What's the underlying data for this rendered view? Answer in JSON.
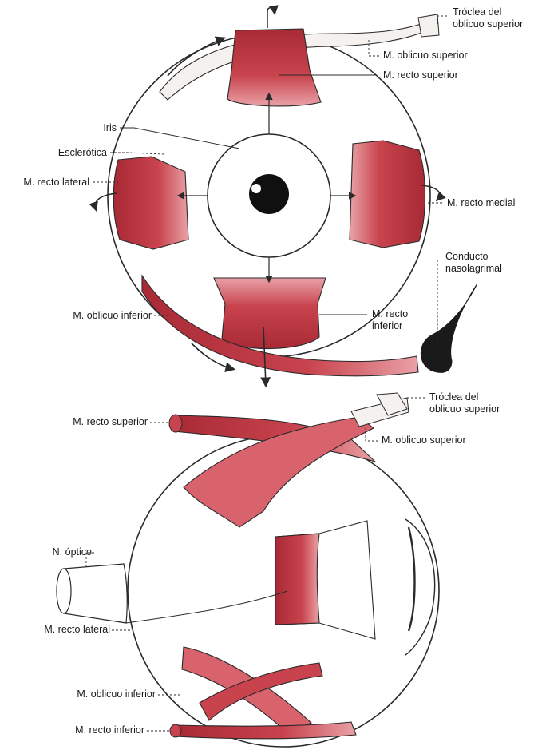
{
  "top_view": {
    "labels": {
      "troclea": "Tróclea del\noblicuo superior",
      "oblicuo_superior": "M. oblicuo superior",
      "recto_superior": "M. recto superior",
      "iris": "Iris",
      "esclerotica": "Esclerótica",
      "recto_lateral": "M. recto lateral",
      "recto_medial": "M. recto medial",
      "conducto": "Conducto\nnasolagrimal",
      "oblicuo_inferior": "M. oblicuo inferior",
      "recto_inferior": "M. recto\ninferior"
    }
  },
  "side_view": {
    "labels": {
      "recto_superior": "M. recto superior",
      "troclea": "Tróclea del\noblicuo superior",
      "oblicuo_superior": "M. oblicuo superior",
      "nervio_optico": "N. óptico",
      "recto_lateral": "M. recto lateral",
      "oblicuo_inferior": "M. oblicuo inferior",
      "recto_inferior": "M. recto inferior"
    }
  },
  "colors": {
    "muscle": "#b8343e",
    "muscle_light": "#dc7a80",
    "muscle_pale": "#ecaab0",
    "outline": "#2a2a2a",
    "text": "#1a1a1a"
  }
}
